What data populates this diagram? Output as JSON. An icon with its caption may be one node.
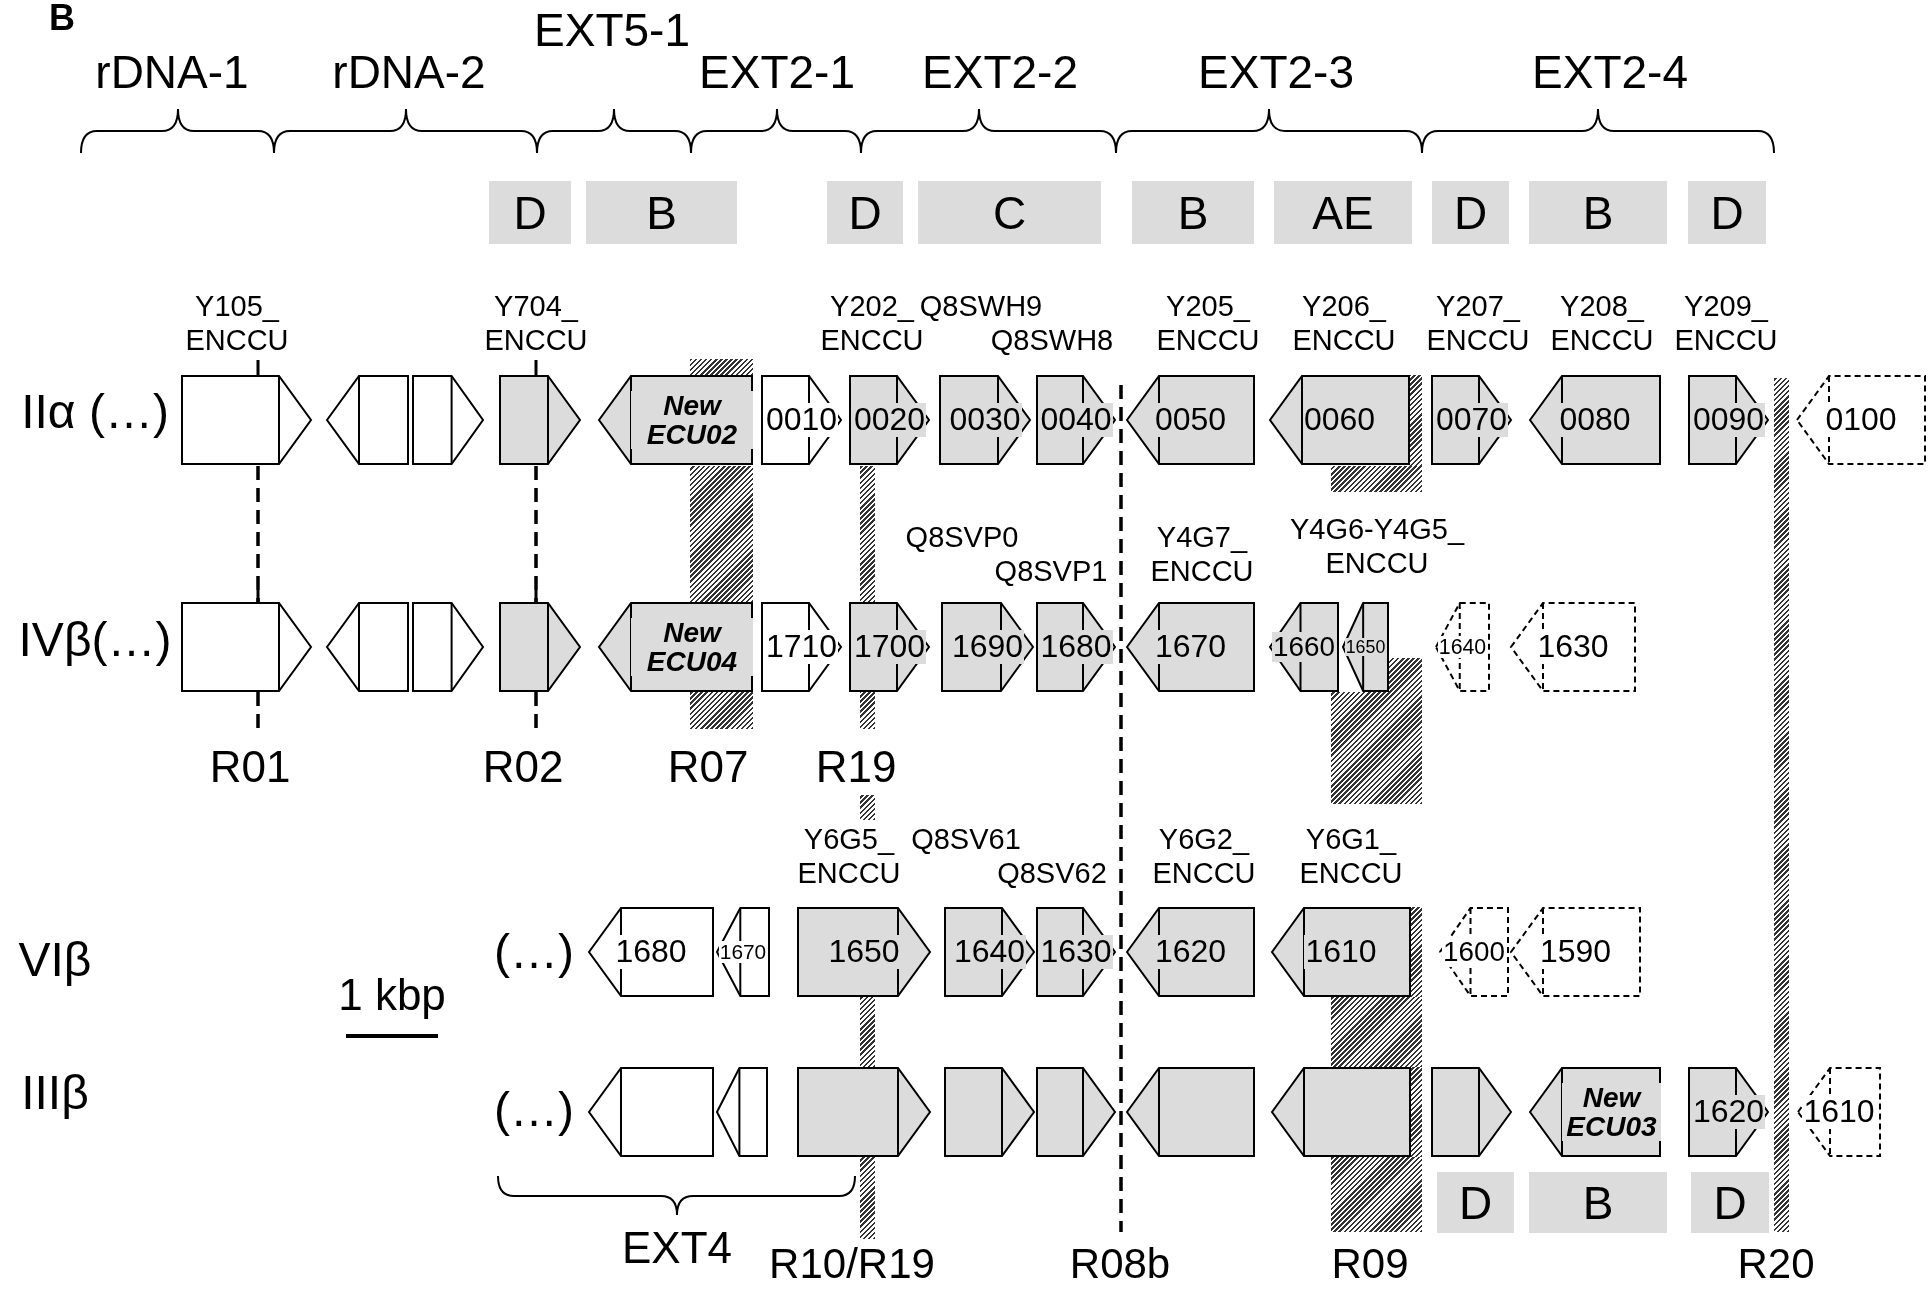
{
  "diagram": {
    "nodes": [
      {
        "text": [
          "D"
        ]
      },
      {
        "text": [
          "B"
        ]
      },
      {
        "text": [
          "D"
        ]
      },
      {
        "text": [
          "C"
        ]
      },
      {
        "text": [
          "B"
        ]
      },
      {
        "text": [
          "AE"
        ]
      },
      {
        "text": [
          "D"
        ]
      },
      {
        "text": [
          "B"
        ]
      },
      {
        "text": [
          "D"
        ]
      },
      {
        "text": [],
        "shape": "pentagon",
        "beside": [
          "Y105_ ENCCU"
        ]
      },
      {
        "text": [],
        "shape": "pentagon"
      },
      {
        "text": [],
        "shape": "pentagon"
      },
      {
        "text": [],
        "shape": "pentagon",
        "beside": [
          "Y704_ ENCCU"
        ]
      },
      {
        "text": [
          "New ECU02"
        ]
      },
      {
        "text": [
          "0010"
        ]
      },
      {
        "text": [
          "0020"
        ],
        "beside": [
          "Y202_ ENCCU"
        ]
      },
      {
        "text": [
          "0030"
        ],
        "beside": [
          "Q8SWH9"
        ]
      },
      {
        "text": [
          "0040"
        ],
        "beside": [
          "Q8SWH8"
        ]
      },
      {
        "text": [
          "0050"
        ],
        "beside": [
          "Y205_ ENCCU"
        ]
      },
      {
        "text": [
          "0060"
        ],
        "beside": [
          "Y206_ ENCCU"
        ]
      },
      {
        "text": [
          "0070"
        ],
        "beside": [
          "Y207_ ENCCU"
        ]
      },
      {
        "text": [
          "0080"
        ],
        "beside": [
          "Y208_ ENCCU"
        ]
      },
      {
        "text": [
          "0090"
        ],
        "beside": [
          "Y209_ ENCCU"
        ]
      },
      {
        "text": [
          "0100"
        ]
      },
      {
        "text": [],
        "shape": "pentagon"
      },
      {
        "text": [],
        "shape": "pentagon"
      },
      {
        "text": [],
        "shape": "pentagon"
      },
      {
        "text": [],
        "shape": "pentagon"
      },
      {
        "text": [
          "New ECU04"
        ]
      },
      {
        "text": [
          "1710"
        ]
      },
      {
        "text": [
          "1700"
        ]
      },
      {
        "text": [
          "1690"
        ],
        "beside": [
          "Q8SVP0"
        ]
      },
      {
        "text": [
          "1680"
        ],
        "beside": [
          "Q8SVP1"
        ]
      },
      {
        "text": [
          "1670"
        ],
        "beside": [
          "Y4G7_ ENCCU"
        ]
      },
      {
        "text": [
          "1660"
        ],
        "beside": [
          "Y4G6-Y4G5_ ENCCU"
        ]
      },
      {
        "text": [
          "1650"
        ]
      },
      {
        "text": [
          "1640"
        ]
      },
      {
        "text": [
          "1630"
        ]
      },
      {
        "text": [
          "1680"
        ]
      },
      {
        "text": [
          "1670"
        ]
      },
      {
        "text": [
          "1650"
        ],
        "beside": [
          "Y6G5_ ENCCU"
        ]
      },
      {
        "text": [
          "1640"
        ],
        "beside": [
          "Q8SV61"
        ]
      },
      {
        "text": [
          "1630"
        ],
        "beside": [
          "Q8SV62"
        ]
      },
      {
        "text": [
          "1620"
        ],
        "beside": [
          "Y6G2_ ENCCU"
        ]
      },
      {
        "text": [
          "1610"
        ],
        "beside": [
          "Y6G1_ ENCCU"
        ]
      },
      {
        "text": [
          "1600"
        ]
      },
      {
        "text": [
          "1590"
        ]
      },
      {
        "text": [],
        "shape": "pentagon"
      },
      {
        "text": [],
        "shape": "pentagon"
      },
      {
        "text": [],
        "shape": "pentagon"
      },
      {
        "text": [],
        "shape": "pentagon"
      },
      {
        "text": [],
        "shape": "pentagon"
      },
      {
        "text": [],
        "shape": "pentagon"
      },
      {
        "text": [],
        "shape": "pentagon"
      },
      {
        "text": [],
        "shape": "pentagon"
      },
      {
        "text": [
          "New ECU03"
        ]
      },
      {
        "text": [
          "1620"
        ]
      },
      {
        "text": [
          "1610"
        ]
      },
      {
        "text": [
          "D"
        ]
      },
      {
        "text": [
          "B"
        ]
      },
      {
        "text": [
          "D"
        ]
      },
      {
        "text": [],
        "shape": "bar"
      },
      {
        "text": [],
        "shape": "bar"
      },
      {
        "text": [],
        "shape": "bar"
      },
      {
        "text": [],
        "shape": "bar"
      },
      {
        "text": [],
        "shape": "bar"
      },
      {
        "text": [],
        "shape": "bar"
      },
      {
        "text": [],
        "shape": "bar"
      },
      {
        "text": [],
        "shape": "bar"
      },
      {
        "text": [],
        "shape": "bar"
      },
      {
        "text": [],
        "shape": "bar"
      },
      {
        "text": [],
        "shape": "bar"
      },
      {
        "text": [],
        "shape": "bar"
      },
      {
        "text": [],
        "shape": "bar"
      },
      {
        "text": [],
        "shape": "bar"
      },
      {
        "text": [],
        "shape": "bar"
      },
      {
        "text": [],
        "shape": "bar"
      },
      {
        "text": [],
        "shape": "bar"
      }
    ],
    "labels": [
      "B",
      "EXT5-1",
      "rDNA-1",
      "rDNA-2",
      "EXT2-1",
      "EXT2-2",
      "EXT2-3",
      "EXT2-4",
      "IIα (…)",
      "IVβ(…)",
      "R01",
      "R02",
      "R07",
      "R19",
      "VIβ",
      "(…)",
      "1 kbp",
      "IIIβ",
      "(…)",
      "EXT4",
      "R10/R19",
      "R08b",
      "R09",
      "R20"
    ]
  }
}
